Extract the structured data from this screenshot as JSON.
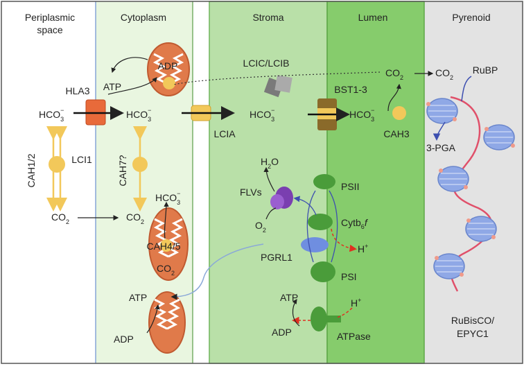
{
  "regions": {
    "periplasm_line1": "Periplasmic",
    "periplasm_line2": "space",
    "cytoplasm": "Cytoplasm",
    "stroma": "Stroma",
    "lumen": "Lumen",
    "pyrenoid": "Pyrenoid"
  },
  "labels": {
    "hla3": "HLA3",
    "lci1": "LCI1",
    "cah12": "CAH1/2",
    "cah7": "CAH7?",
    "cah45": "CAH4/5",
    "lcia": "LCIA",
    "lcic_lcib": "LCIC/LCIB",
    "bst": "BST1-3",
    "cah3": "CAH3",
    "rubp": "RuBP",
    "pga": "3-PGA",
    "flvs": "FLVs",
    "psii": "PSII",
    "cyt_main": "Cytb",
    "cyt_sub": "6",
    "cyt_f": "f",
    "pgrl1": "PGRL1",
    "hplus": "H",
    "psi": "PSI",
    "atpase": "ATPase",
    "rubisco_line1": "RuBisCO/",
    "rubisco_line2": "EPYC1"
  },
  "chem": {
    "hco3": "HCO",
    "co2": "CO",
    "sub2": "2",
    "sub3": "3",
    "minus": "−",
    "plus": "+",
    "atp": "ATP",
    "adp": "ADP",
    "h2o_h": "H",
    "h2o_o": "O",
    "o2": "O"
  },
  "colors": {
    "periplasm_bg": "#ffffff",
    "cytoplasm_bg": "#e9f6e0",
    "stroma_bg": "#b9e0a8",
    "lumen_bg": "#86cc6c",
    "pyrenoid_bg": "#e3e3e3",
    "mito_fill": "#e07a4a",
    "rubisco": "#8fa8e6",
    "epyc1": "#e0506a",
    "flv": "#7a3fb0",
    "photosystem": "#4a9c3a",
    "pgrl1": "#6f8ee0"
  }
}
